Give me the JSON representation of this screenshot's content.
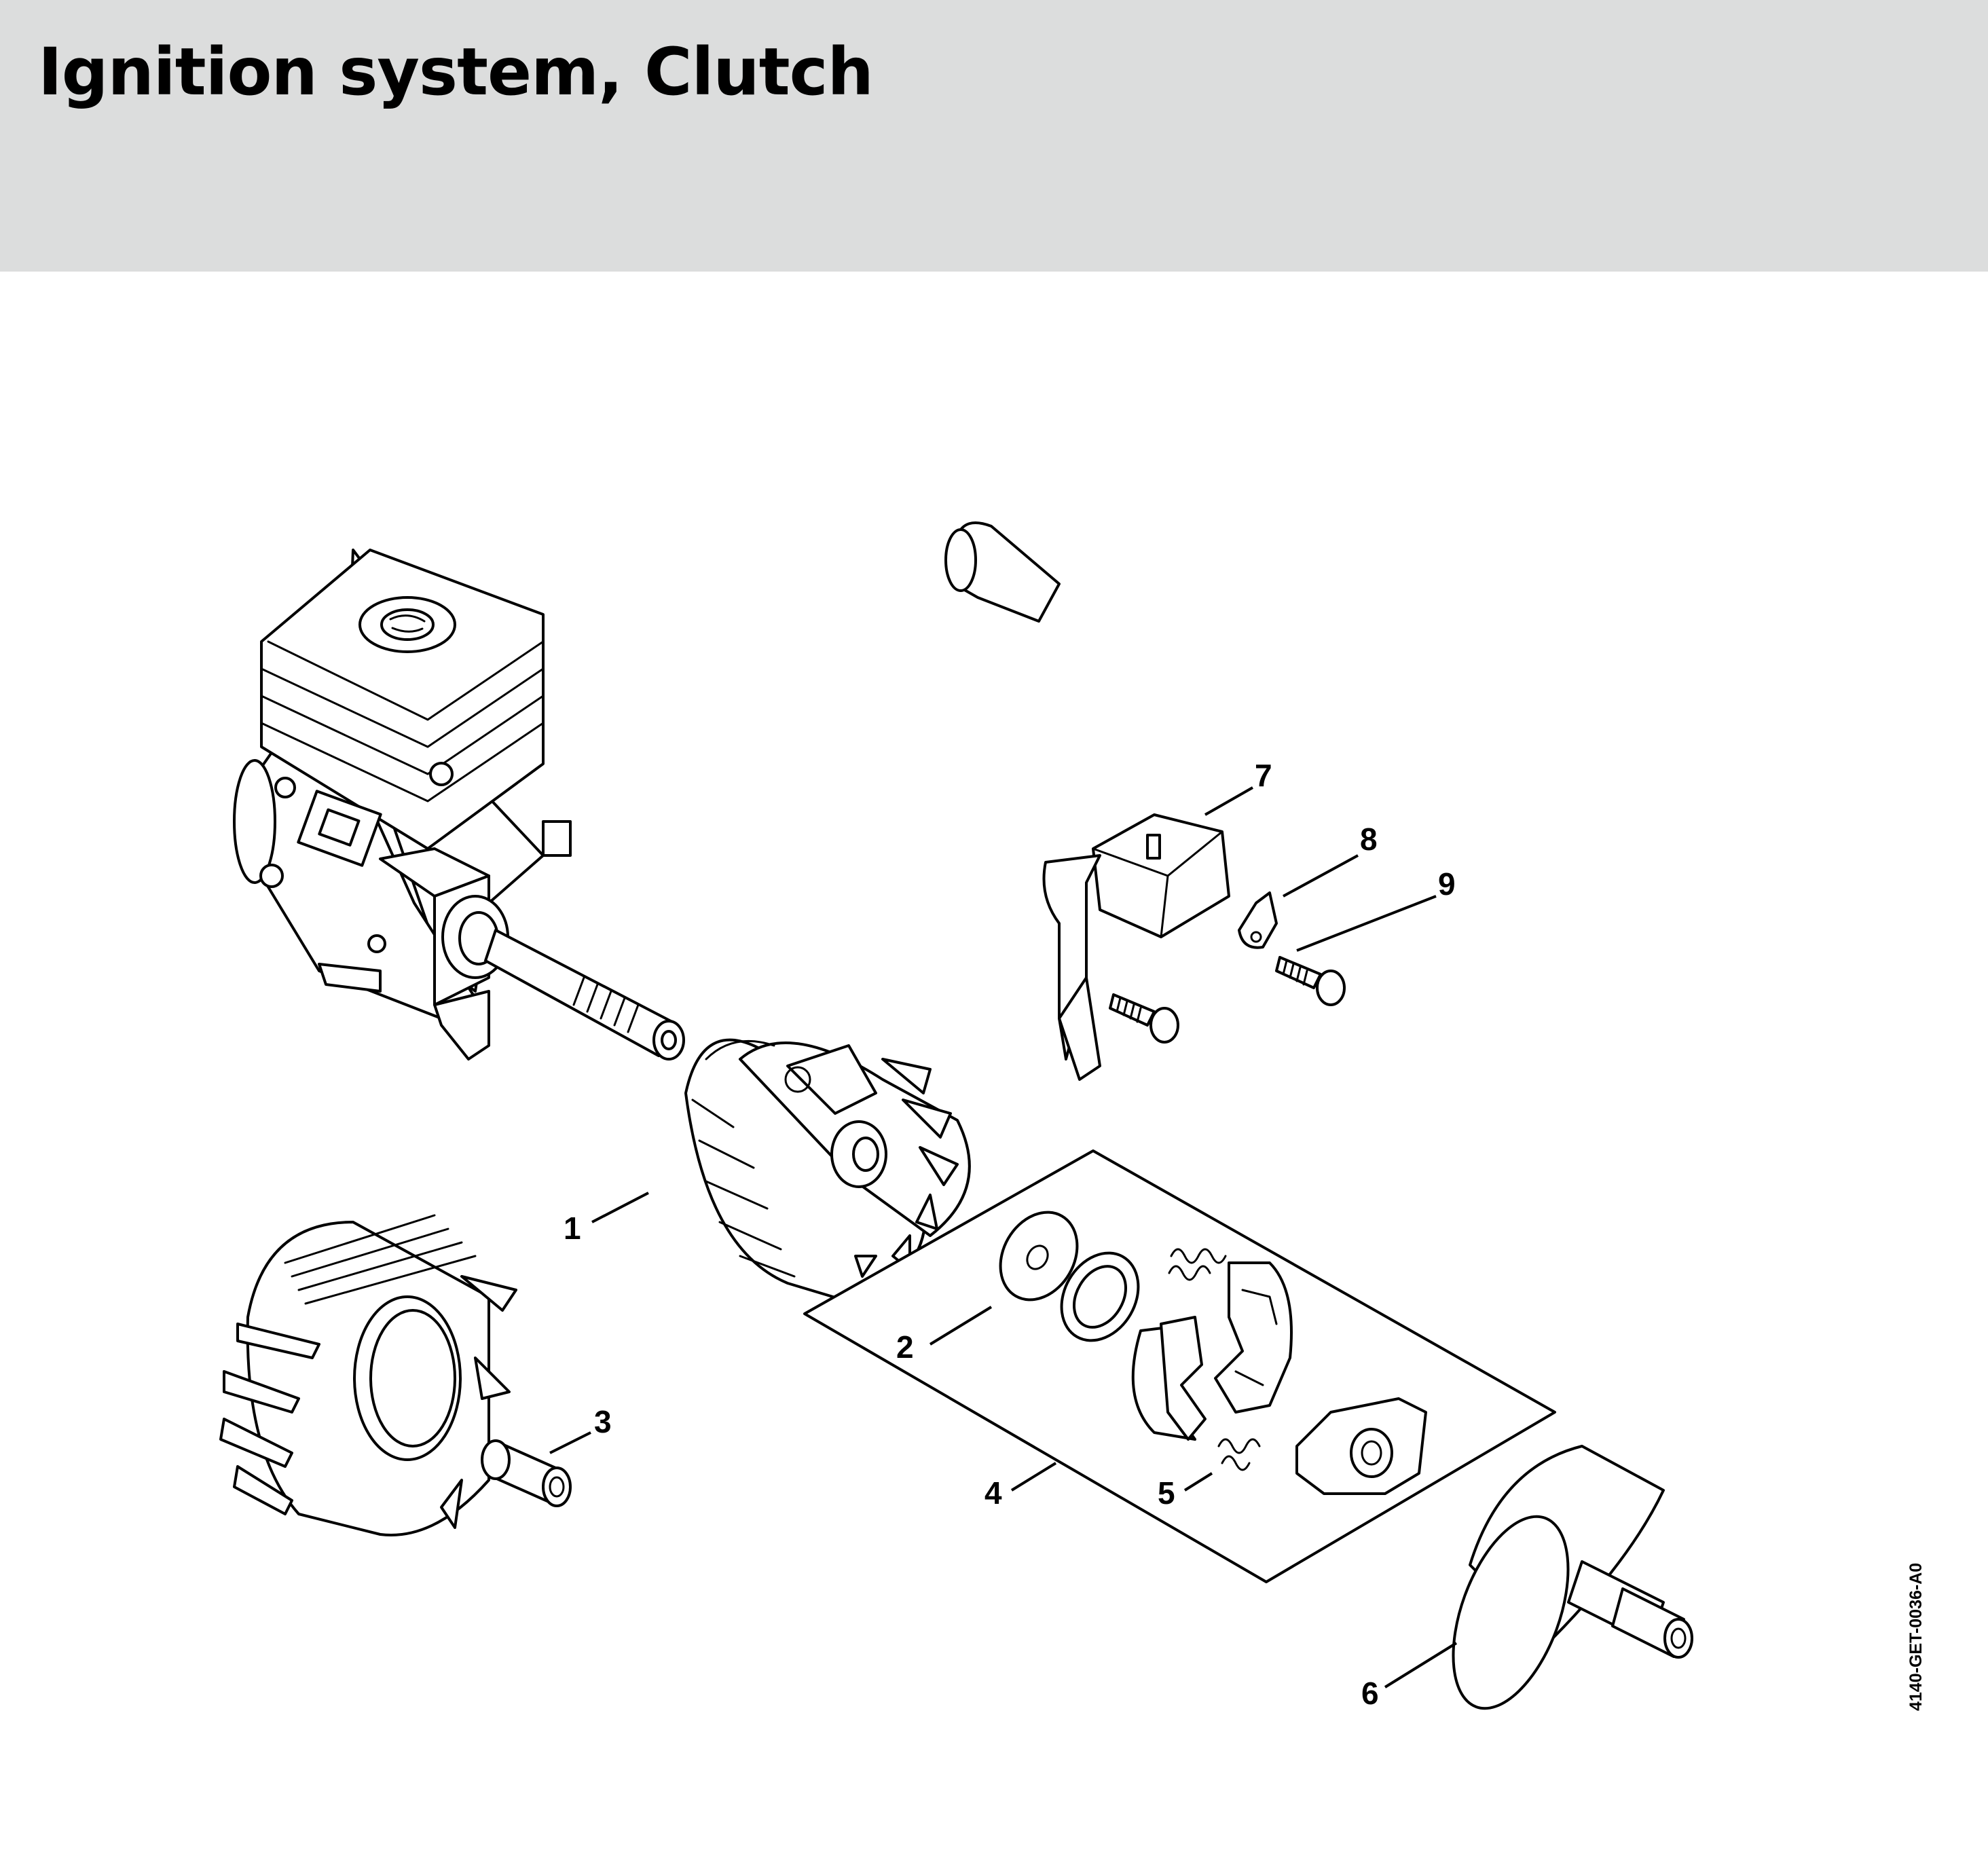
{
  "header": {
    "title": "Ignition system, Clutch"
  },
  "diagram": {
    "callouts": [
      "1",
      "2",
      "3",
      "4",
      "5",
      "6",
      "7",
      "8",
      "9"
    ],
    "drawing_code": "4140-GET-0036-A0"
  },
  "colors": {
    "header_background": "#dcdddd",
    "ink": "#000000",
    "page": "#ffffff"
  }
}
